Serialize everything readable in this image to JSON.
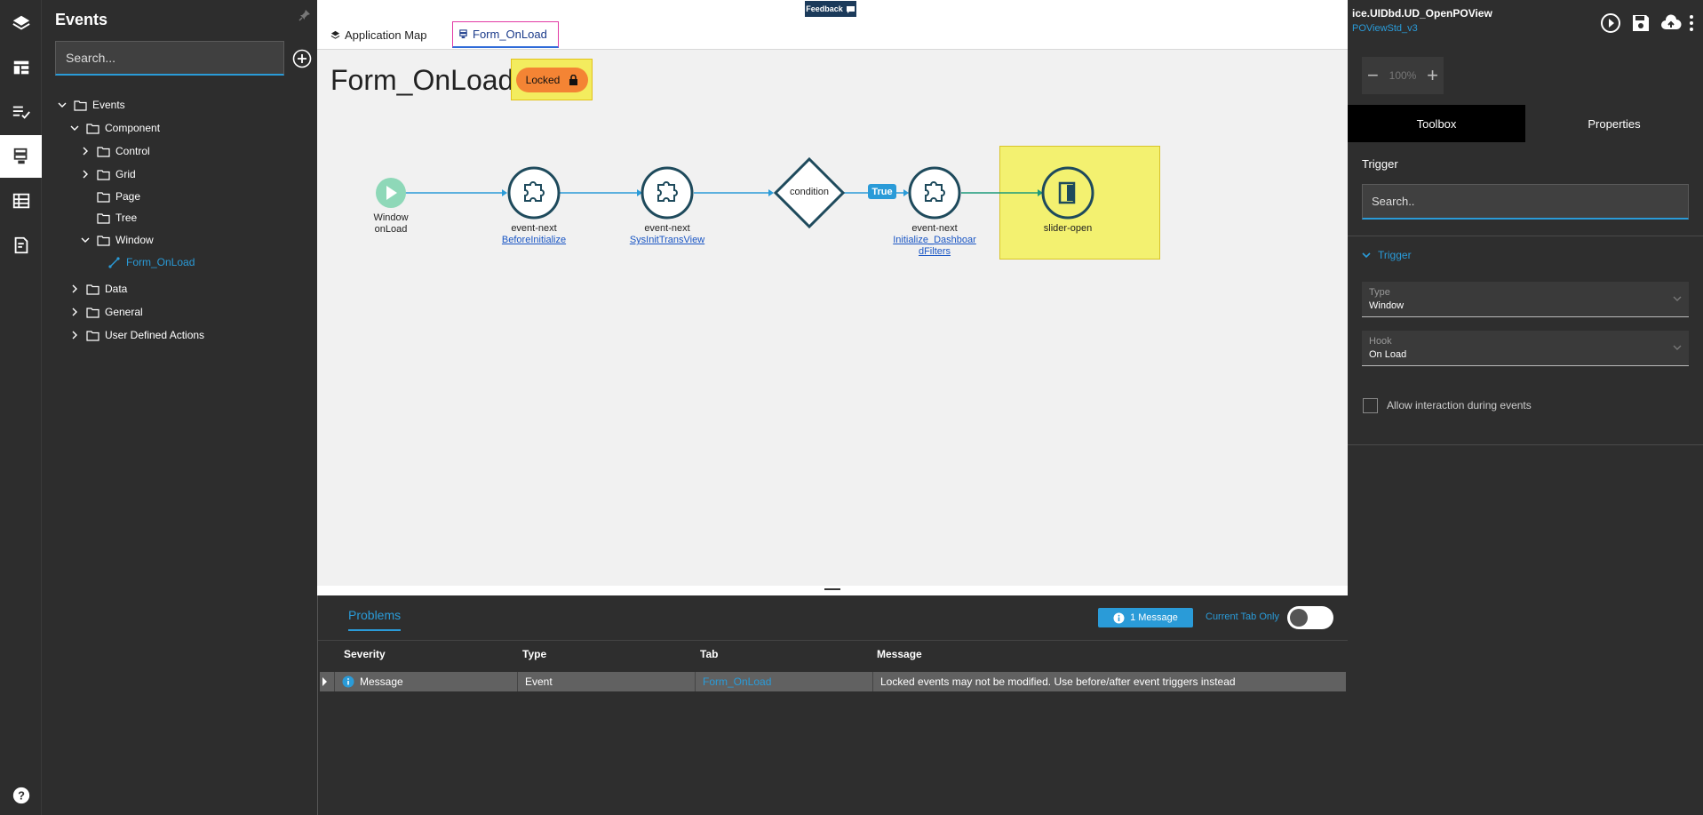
{
  "rail": {
    "items": [
      "layers-icon",
      "dashboard-icon",
      "checklist-icon",
      "events-icon",
      "table-icon",
      "edit-document-icon"
    ],
    "help_icon": "help-icon"
  },
  "explorer": {
    "title": "Events",
    "search_placeholder": "Search...",
    "tree": [
      {
        "label": "Events",
        "expanded": true
      },
      {
        "label": "Component",
        "expanded": true
      },
      {
        "label": "Control",
        "expanded": false
      },
      {
        "label": "Grid",
        "expanded": false
      },
      {
        "label": "Page"
      },
      {
        "label": "Tree"
      },
      {
        "label": "Window",
        "expanded": true
      },
      {
        "label": "Form_OnLoad",
        "selected": true
      },
      {
        "label": "Data",
        "expanded": false
      },
      {
        "label": "General",
        "expanded": false
      },
      {
        "label": "User Defined Actions",
        "expanded": false
      }
    ]
  },
  "topbar": {
    "tabs": [
      "Application Map",
      "Form_OnLoad"
    ],
    "active_tab": "Form_OnLoad",
    "feedback_label": "Feedback"
  },
  "canvas": {
    "title": "Form_OnLoad",
    "lock_label": "Locked",
    "nodes": [
      {
        "type": "start",
        "label1": "Window",
        "label2": "onLoad"
      },
      {
        "type": "event-next",
        "label": "event-next",
        "link": "BeforeInitialize"
      },
      {
        "type": "event-next",
        "label": "event-next",
        "link": "SysInitTransView"
      },
      {
        "type": "condition",
        "label": "condition"
      },
      {
        "type": "event-next",
        "label": "event-next",
        "link1": "Initialize_Dashboar",
        "link2": "dFilters"
      },
      {
        "type": "slider-open",
        "label": "slider-open"
      }
    ],
    "true_label": "True"
  },
  "problems": {
    "tab": "Problems",
    "message_badge": "1 Message",
    "current_tab_only": "Current Tab Only",
    "columns": [
      "Severity",
      "Type",
      "Tab",
      "Message"
    ],
    "rows": [
      {
        "severity": "Message",
        "type": "Event",
        "tab": "Form_OnLoad",
        "message": "Locked events may not be modified. Use before/after event triggers instead"
      }
    ]
  },
  "right_panel": {
    "title": "ice.UIDbd.UD_OpenPOView",
    "subtitle": "POViewStd_v3",
    "zoom": "100%",
    "tabs": [
      "Toolbox",
      "Properties"
    ],
    "section_title": "Trigger",
    "search_placeholder": "Search..",
    "group_label": "Trigger",
    "fields": [
      {
        "label": "Type",
        "value": "Window"
      },
      {
        "label": "Hook",
        "value": "On Load"
      }
    ],
    "allow_label": "Allow interaction during events"
  },
  "colors": {
    "accent": "#2a9bd8",
    "node": "#1e4a5c",
    "lock": "#f48434",
    "highlight": "#f3f170"
  }
}
